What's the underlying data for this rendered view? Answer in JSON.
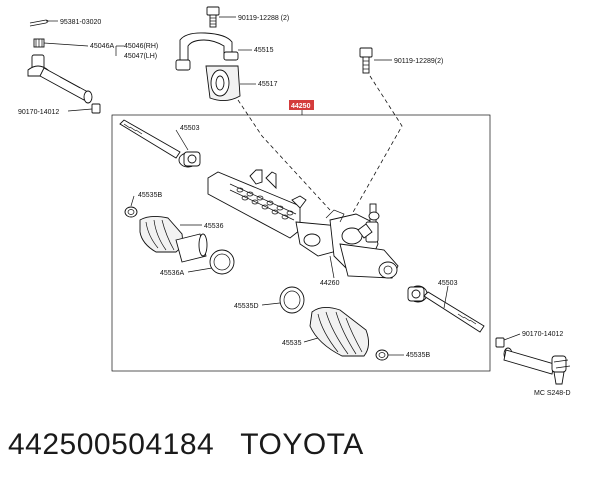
{
  "labels": {
    "p95381": "95381-03020",
    "p45046a": "45046A",
    "p45046": "45046(RH)",
    "p45047": "45047(LH)",
    "p90170_top": "90170-14012",
    "p90119_top": "90119-12288 (2)",
    "p45515": "45515",
    "p45517": "45517",
    "p90119_right": "90119-12289(2)",
    "p44250": "44250",
    "p45503_left": "45503",
    "p45535b_left": "45535B",
    "p45536": "45536",
    "p45536a": "45536A",
    "p44260": "44260",
    "p45503_right": "45503",
    "p45535d": "45535D",
    "p45535": "45535",
    "p45535b_right": "45535B",
    "p90170_right": "90170-14012",
    "code": "MC S248-D"
  },
  "caption": {
    "part_number": "442500504184",
    "brand": "TOYOTA"
  },
  "colors": {
    "highlight": "#d43c3c",
    "line": "#111111"
  }
}
